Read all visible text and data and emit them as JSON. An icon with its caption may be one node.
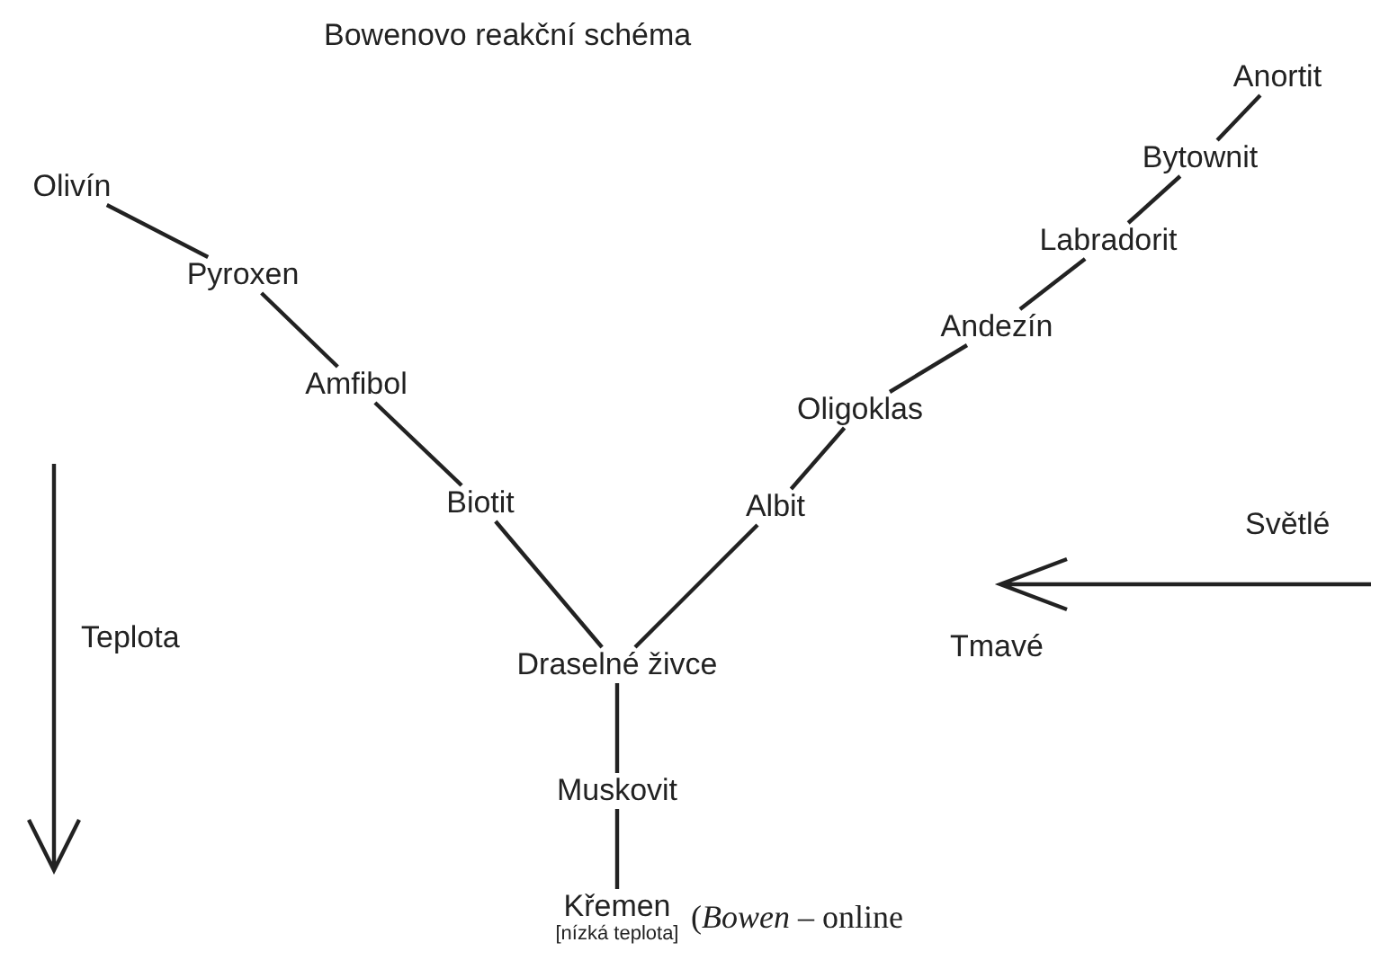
{
  "diagram": {
    "title": "Bowenovo reakční schéma",
    "nodes": [
      {
        "text": [
          "Olivín"
        ]
      },
      {
        "text": [
          "Pyroxen"
        ]
      },
      {
        "text": [
          "Amfibol"
        ]
      },
      {
        "text": [
          "Biotit"
        ]
      },
      {
        "text": [
          "Draselné živce"
        ]
      },
      {
        "text": [
          "Muskovit"
        ]
      },
      {
        "text": [
          "Křemen"
        ],
        "beside": [
          "[nízká teplota]"
        ]
      },
      {
        "text": [
          "Albit"
        ]
      },
      {
        "text": [
          "Oligoklas"
        ]
      },
      {
        "text": [
          "Andezín"
        ]
      },
      {
        "text": [
          "Labradorit"
        ]
      },
      {
        "text": [
          "Bytownit"
        ]
      },
      {
        "text": [
          "Anortit"
        ]
      }
    ],
    "edges": [
      {
        "from": 0,
        "to": 1,
        "arrow": "none"
      },
      {
        "from": 1,
        "to": 2,
        "arrow": "none"
      },
      {
        "from": 2,
        "to": 3,
        "arrow": "none"
      },
      {
        "from": 3,
        "to": 4,
        "arrow": "none"
      },
      {
        "from": 7,
        "to": 4,
        "arrow": "none"
      },
      {
        "from": 8,
        "to": 7,
        "arrow": "none"
      },
      {
        "from": 9,
        "to": 8,
        "arrow": "none"
      },
      {
        "from": 10,
        "to": 9,
        "arrow": "none"
      },
      {
        "from": 11,
        "to": 10,
        "arrow": "none"
      },
      {
        "from": 12,
        "to": 11,
        "arrow": "none"
      },
      {
        "from": 4,
        "to": 5,
        "arrow": "none"
      },
      {
        "from": 5,
        "to": 6,
        "arrow": "none"
      }
    ],
    "labels": [
      "Teplota",
      "Světlé",
      "Tmavé",
      "(*Bowen* – online"
    ]
  }
}
